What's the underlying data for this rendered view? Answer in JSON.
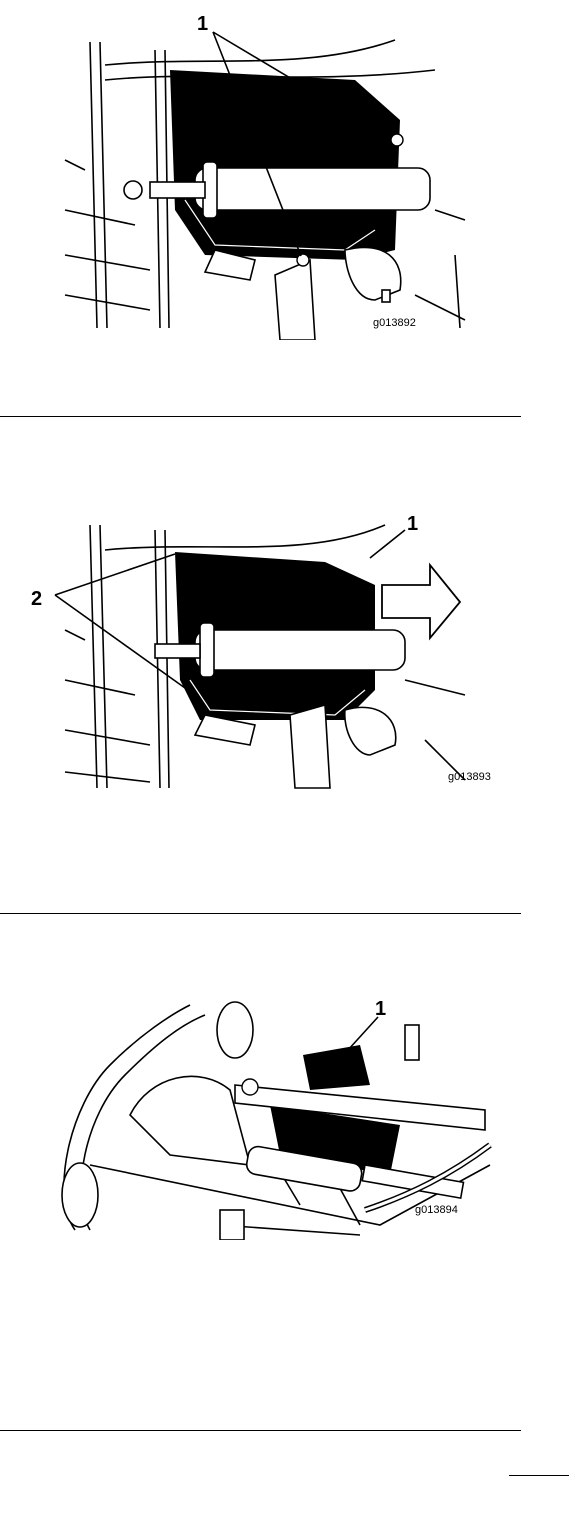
{
  "figures": [
    {
      "code": "g013892",
      "callouts": [
        "1"
      ]
    },
    {
      "code": "g013893",
      "callouts": [
        "1",
        "2"
      ]
    },
    {
      "code": "g013894",
      "callouts": [
        "1"
      ]
    }
  ]
}
